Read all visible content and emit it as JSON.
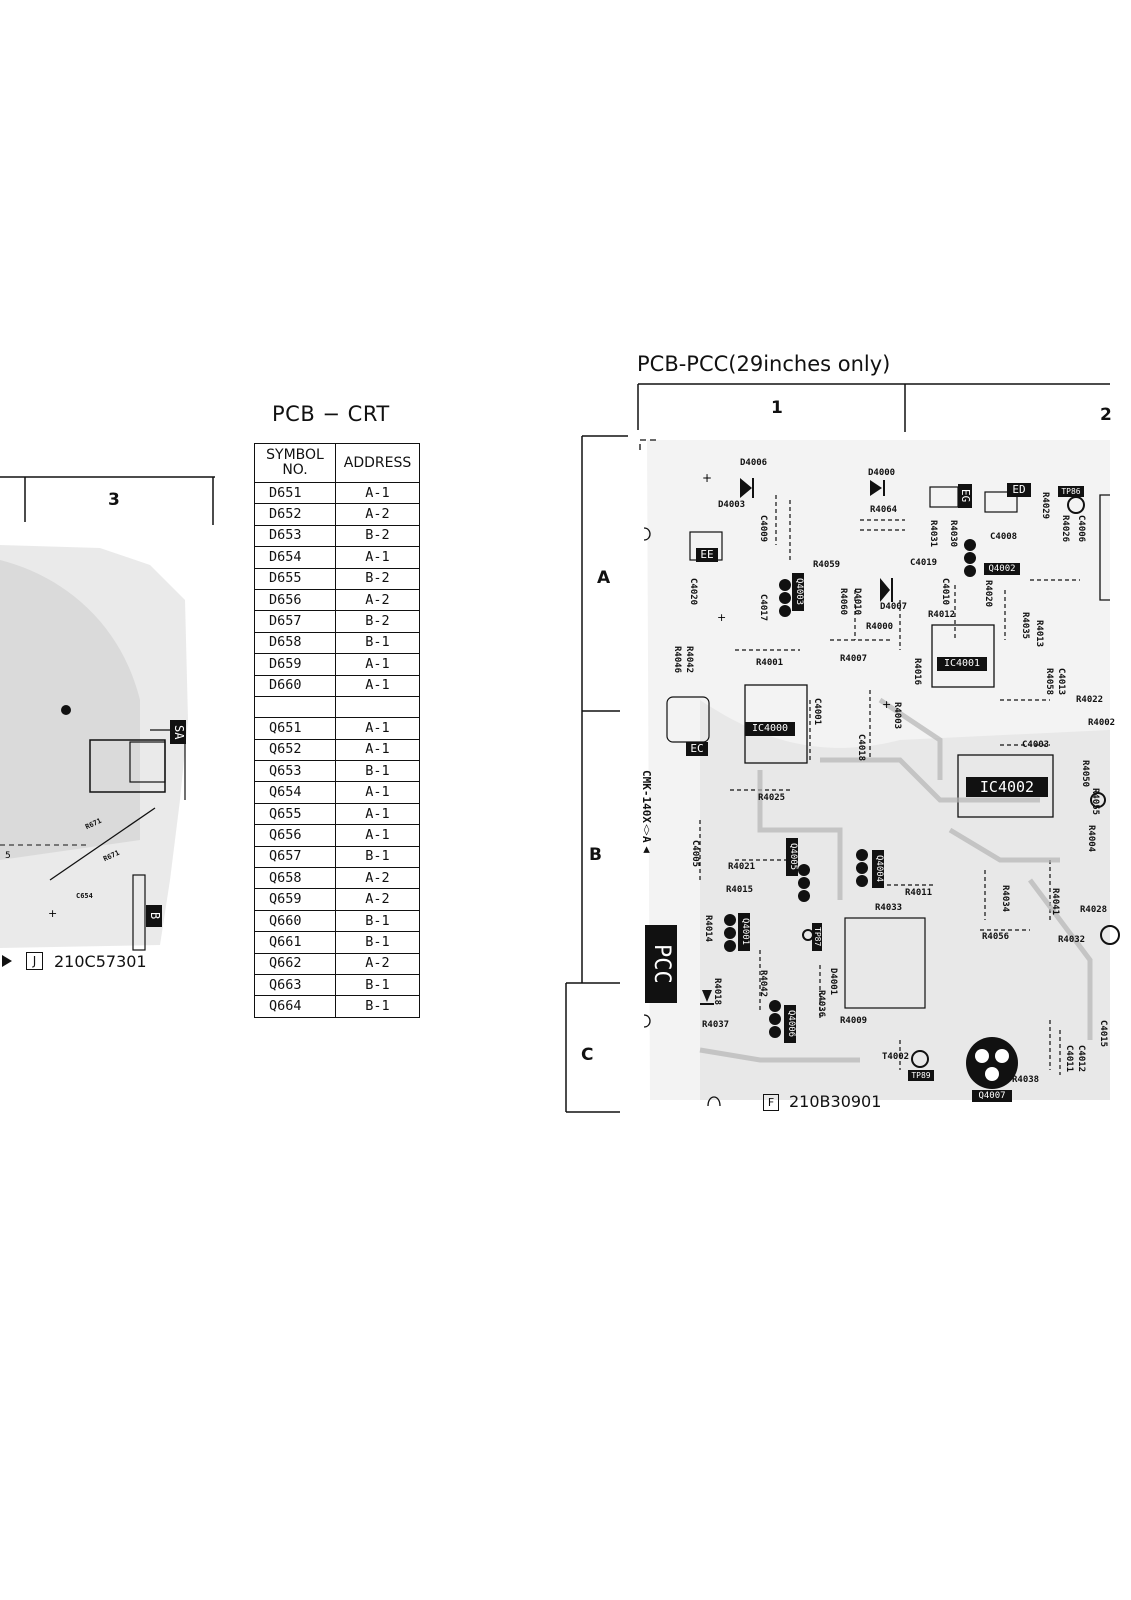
{
  "titles": {
    "crt": "PCB − CRT",
    "pcc": "PCB-PCC(29inches only)"
  },
  "table": {
    "headers": {
      "symbol": "SYMBOL NO.",
      "address": "ADDRESS"
    },
    "rows": [
      {
        "symbol": "D651",
        "address": "A-1"
      },
      {
        "symbol": "D652",
        "address": "A-2"
      },
      {
        "symbol": "D653",
        "address": "B-2"
      },
      {
        "symbol": "D654",
        "address": "A-1"
      },
      {
        "symbol": "D655",
        "address": "B-2"
      },
      {
        "symbol": "D656",
        "address": "A-2"
      },
      {
        "symbol": "D657",
        "address": "B-2"
      },
      {
        "symbol": "D658",
        "address": "B-1"
      },
      {
        "symbol": "D659",
        "address": "A-1"
      },
      {
        "symbol": "D660",
        "address": "A-1"
      },
      {
        "symbol": "",
        "address": ""
      },
      {
        "symbol": "Q651",
        "address": "A-1"
      },
      {
        "symbol": "Q652",
        "address": "A-1"
      },
      {
        "symbol": "Q653",
        "address": "B-1"
      },
      {
        "symbol": "Q654",
        "address": "A-1"
      },
      {
        "symbol": "Q655",
        "address": "A-1"
      },
      {
        "symbol": "Q656",
        "address": "A-1"
      },
      {
        "symbol": "Q657",
        "address": "B-1"
      },
      {
        "symbol": "Q658",
        "address": "A-2"
      },
      {
        "symbol": "Q659",
        "address": "A-2"
      },
      {
        "symbol": "Q660",
        "address": "B-1"
      },
      {
        "symbol": "Q661",
        "address": "B-1"
      },
      {
        "symbol": "Q662",
        "address": "A-2"
      },
      {
        "symbol": "Q663",
        "address": "B-1"
      },
      {
        "symbol": "Q664",
        "address": "B-1"
      }
    ]
  },
  "left_board": {
    "column_label": "3",
    "connectors": [
      "SA",
      "B"
    ],
    "part_mark": "J",
    "part_number": "210C57301",
    "refs": [
      "C654",
      "R671",
      "R671"
    ]
  },
  "pcc_board": {
    "columns": [
      "1",
      "2"
    ],
    "rows": [
      "A",
      "B",
      "C"
    ],
    "board_mark": "PCC",
    "part_mark": "F",
    "part_number": "210B30901",
    "silk_text": "CMK-140X◊A▲",
    "ics": [
      "IC4000",
      "IC4001",
      "IC4002"
    ],
    "transistors": [
      "Q4001",
      "Q4002",
      "Q4003",
      "Q4004",
      "Q4005",
      "Q4006",
      "Q4007"
    ],
    "connectors": [
      "EE",
      "EC",
      "EG",
      "ED"
    ],
    "test_points": [
      "TP86",
      "TP87",
      "TP89"
    ],
    "refs": [
      "D4006",
      "D4003",
      "C4009",
      "D4000",
      "R4064",
      "R4031",
      "R4030",
      "C4008",
      "R4029",
      "R4026",
      "C4006",
      "C4020",
      "C4017",
      "R4059",
      "R4060",
      "D4010",
      "C4019",
      "D4007",
      "C4010",
      "R4020",
      "R4012",
      "R4000",
      "R4035",
      "R4013",
      "R4046",
      "R4042",
      "R4001",
      "R4007",
      "R4016",
      "R4058",
      "C4013",
      "R4022",
      "R4002",
      "C4001",
      "R4003",
      "C4018",
      "C4003",
      "R4050",
      "R4025",
      "R4055",
      "C4005",
      "R4004",
      "R4021",
      "R4015",
      "R4014",
      "R4011",
      "R4033",
      "R4034",
      "R4041",
      "R4028",
      "R4056",
      "R4032",
      "R4042",
      "R4018",
      "D4001",
      "R4036",
      "R4009",
      "T4002",
      "C4011",
      "C4012",
      "C4015",
      "R4038",
      "R4037",
      "D4001"
    ]
  }
}
